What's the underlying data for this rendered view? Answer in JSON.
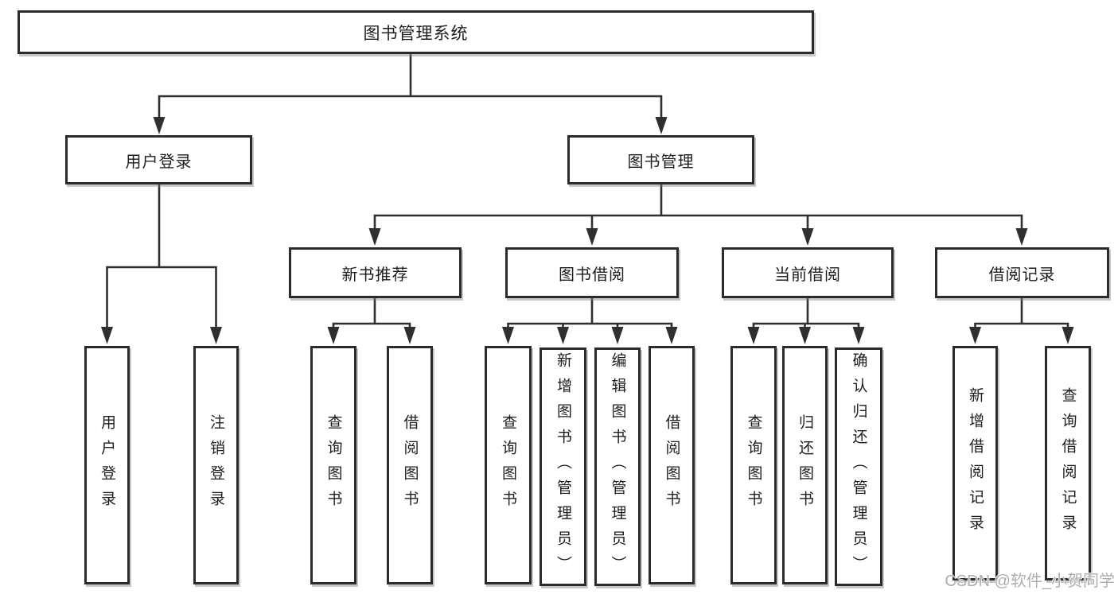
{
  "tree": {
    "label": "图书管理系统",
    "children": [
      {
        "label": "用户登录",
        "children": [
          {
            "label": "用户登录"
          },
          {
            "label": "注销登录"
          }
        ]
      },
      {
        "label": "图书管理",
        "children": [
          {
            "label": "新书推荐",
            "children": [
              {
                "label": "查询图书"
              },
              {
                "label": "借阅图书"
              }
            ]
          },
          {
            "label": "图书借阅",
            "children": [
              {
                "label": "查询图书"
              },
              {
                "label": "新增图书（管理员）"
              },
              {
                "label": "编辑图书（管理员）"
              },
              {
                "label": "借阅图书"
              }
            ]
          },
          {
            "label": "当前借阅",
            "children": [
              {
                "label": "查询图书"
              },
              {
                "label": "归还图书"
              },
              {
                "label": "确认归还（管理员）"
              }
            ]
          },
          {
            "label": "借阅记录",
            "children": [
              {
                "label": "新增借阅记录"
              },
              {
                "label": "查询借阅记录"
              }
            ]
          }
        ]
      }
    ]
  },
  "watermark": {
    "text": "CSDN @软件_小贺同学"
  },
  "colors": {
    "line": "#2f2f2f",
    "box_border": "#2b2b2b",
    "text": "#1d1d1d",
    "background": "#ffffff",
    "watermark": "#aeaeae"
  }
}
